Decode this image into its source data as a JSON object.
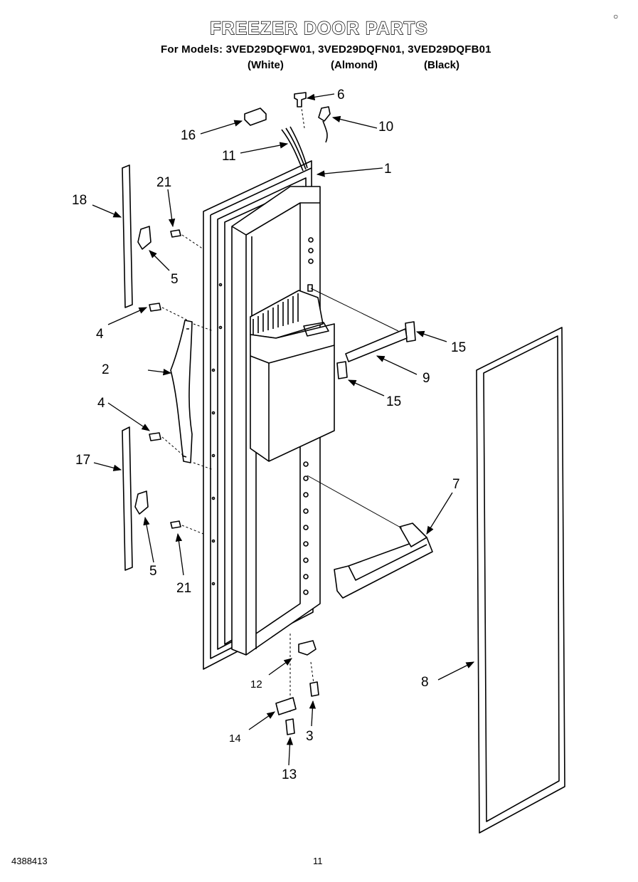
{
  "header": {
    "title": "FREEZER DOOR PARTS",
    "models_line": "For Models: 3VED29DQFW01, 3VED29DQFN01, 3VED29DQFB01",
    "colors": [
      "(White)",
      "(Almond)",
      "(Black)"
    ]
  },
  "callouts": [
    "1",
    "2",
    "3",
    "4",
    "4",
    "5",
    "5",
    "6",
    "7",
    "8",
    "9",
    "10",
    "11",
    "12",
    "13",
    "14",
    "15",
    "15",
    "16",
    "17",
    "18",
    "21",
    "21"
  ],
  "footer": {
    "doc_number": "4388413",
    "page_number": "11"
  }
}
